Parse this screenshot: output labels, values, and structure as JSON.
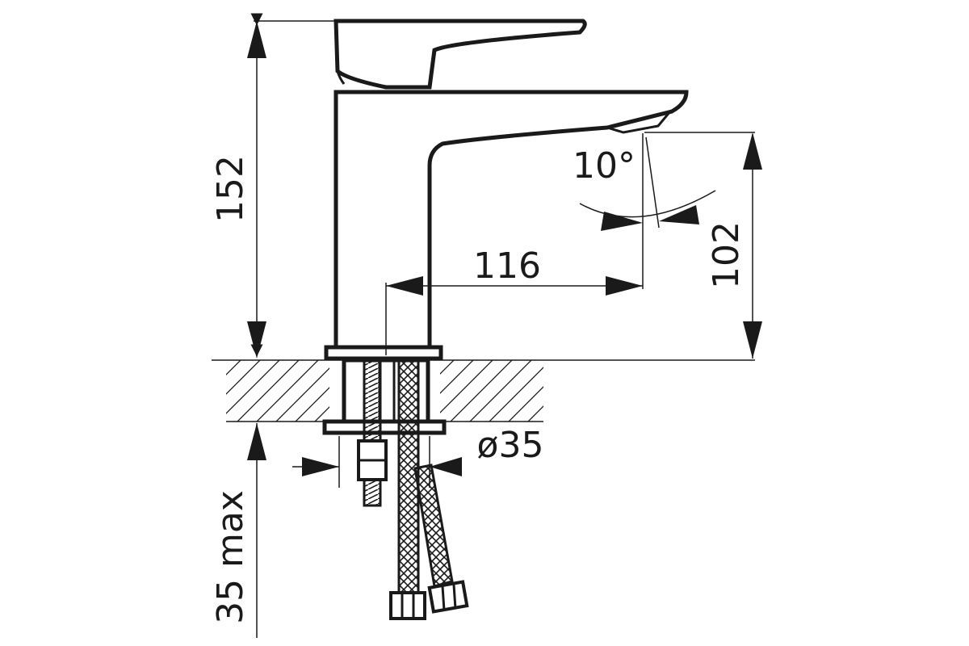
{
  "dimensions": {
    "height_label": "152",
    "spout_reach_label": "116",
    "spout_height_label": "102",
    "angle_label": "10°",
    "diameter_label": "ø35",
    "max_thickness_label": "35 max"
  },
  "colors": {
    "ink": "#1a1a1a",
    "background": "#ffffff"
  }
}
